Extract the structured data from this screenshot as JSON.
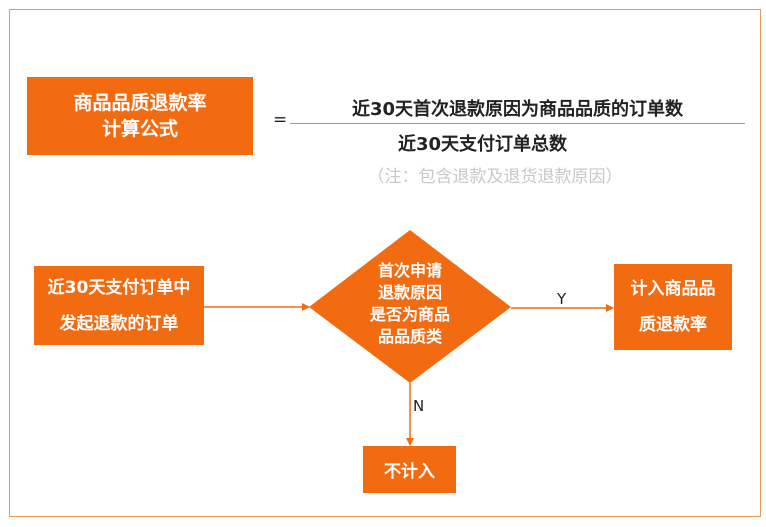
{
  "formula": {
    "title_line1": "商品品质退款率",
    "title_line2": "计算公式",
    "equals": "=",
    "numerator": "近30天首次退款原因为商品品质的订单数",
    "denominator": "近30天支付订单总数",
    "note": "（注：包含退款及退货退款原因）"
  },
  "flow": {
    "start_line1": "近30天支付订单中",
    "start_line2": "发起退款的订单",
    "decision_lines": [
      "首次申请",
      "退款原因",
      "是否为商品",
      "品品质类"
    ],
    "yes_label": "Y",
    "no_label": "N",
    "yes_line1": "计入商品品",
    "yes_line2": "质退款率",
    "no_result": "不计入"
  },
  "colors": {
    "accent": "#f26b11",
    "frame": "#e59a55",
    "note": "#c8c8c8"
  }
}
